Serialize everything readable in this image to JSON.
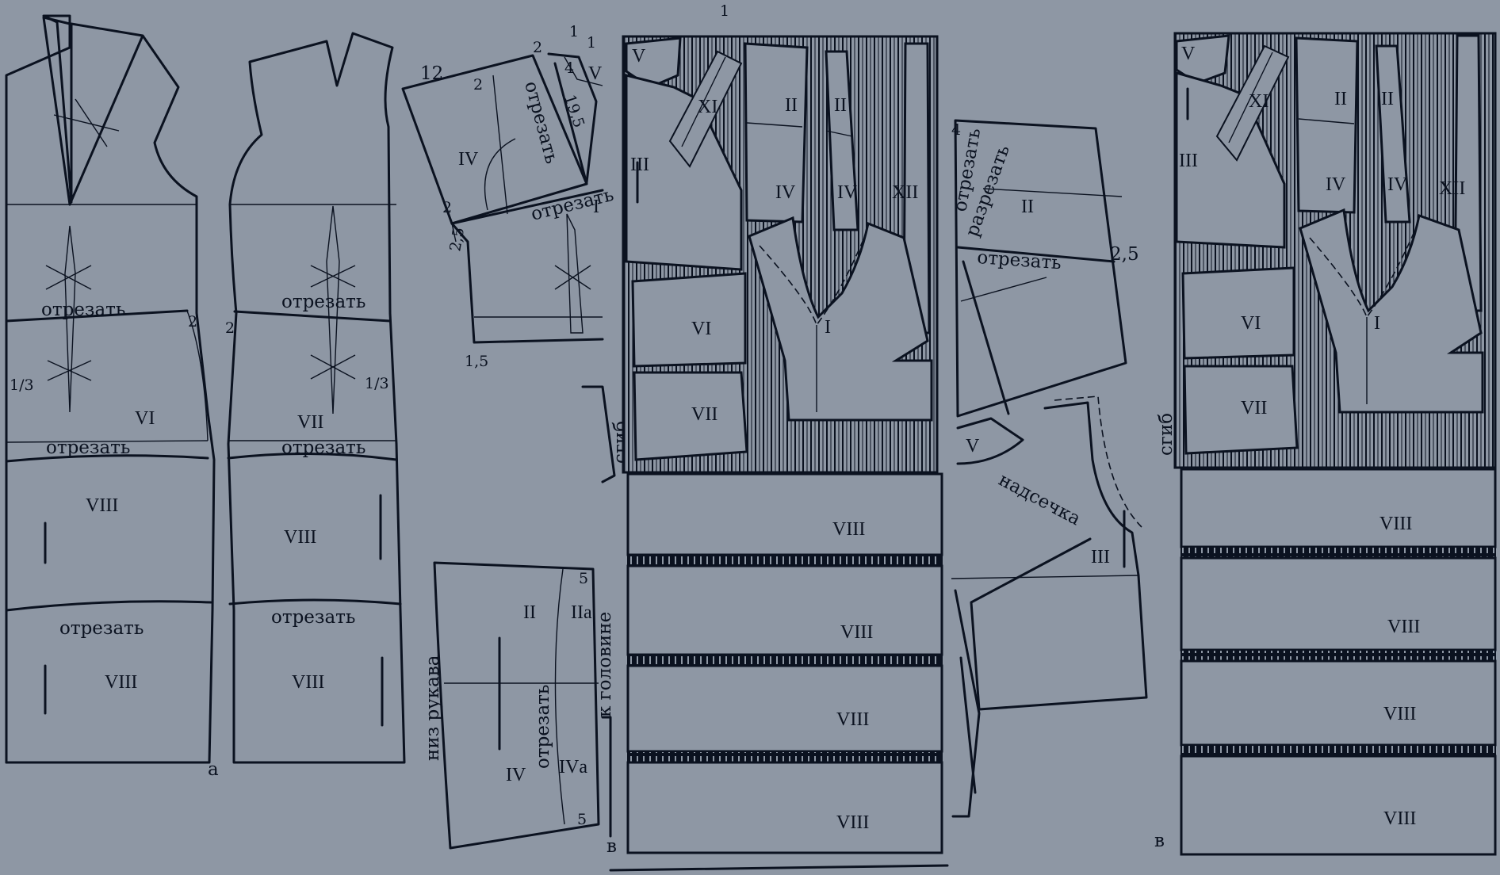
{
  "figure_a": {
    "letter": "а",
    "left": {
      "cut_1": "отрезать",
      "cut_2": "отрезать",
      "cut_3": "отрезать",
      "piece_waist": "VI",
      "piece_skirt_top": "VIII",
      "piece_skirt_bottom": "VIII",
      "ratio": "1/3",
      "mark": "2"
    },
    "right": {
      "cut_1": "отрезать",
      "cut_2": "отрезать",
      "cut_3": "отрезать",
      "piece_waist": "VII",
      "piece_skirt_top": "VIII",
      "piece_skirt_bottom": "VIII",
      "ratio": "1/3",
      "mark": "2"
    }
  },
  "figure_b": {
    "bodice": {
      "n12": "12",
      "n2a": "2",
      "n2b": "2",
      "n1a": "1",
      "n1b": "1",
      "n4": "4",
      "n19": "19,5",
      "n2c": "2",
      "n25": "2,5",
      "n15": "1,5",
      "piece_iv": "IV",
      "piece_v": "V",
      "piece_i": "I",
      "cut_1": "отрезать",
      "cut_2": "отрезать"
    },
    "sleeve": {
      "bottom_label": "низ рукава",
      "head_label": "к головине",
      "cut": "отрезать",
      "piece_ii": "II",
      "piece_iia": "IIа",
      "piece_iv": "IV",
      "piece_iva": "IVа",
      "n5a": "5",
      "n5b": "5"
    },
    "fold": "сгиб",
    "letter": "в"
  },
  "layout_1": {
    "top_mark": "1",
    "pieces": [
      "V",
      "XI",
      "II",
      "II",
      "III",
      "IV",
      "IV",
      "XII",
      "VI",
      "I",
      "VII"
    ],
    "strips": [
      "VIII",
      "VIII",
      "VIII",
      "VIII"
    ]
  },
  "figure_c": {
    "cut_1": "отрезать",
    "slash": "разрезать",
    "cut_2": "отрезать",
    "piece_ii": "II",
    "n25": "2,5",
    "n4": "4",
    "piece_v": "V",
    "notch": "надсечка",
    "piece_iii": "III"
  },
  "layout_2": {
    "fold": "сгиб",
    "letter": "в",
    "pieces": [
      "V",
      "XI",
      "II",
      "II",
      "III",
      "IV",
      "IV",
      "XII",
      "VI",
      "I",
      "VII"
    ],
    "strips": [
      "VIII",
      "VIII",
      "VIII",
      "VIII"
    ]
  }
}
